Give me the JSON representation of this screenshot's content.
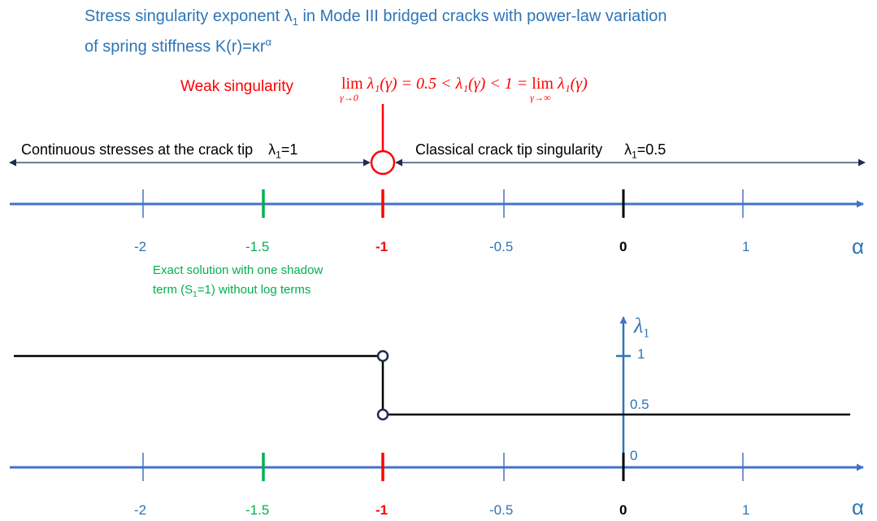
{
  "title": {
    "line1": "Stress singularity exponent λ",
    "line1_sub": "1",
    "line1_rest": " in Mode III bridged cracks with power-law variation",
    "line2": "of spring stiffness K(r)=κr",
    "line2_sup": "α"
  },
  "weak": {
    "label": "Weak singularity",
    "formula_lim1": "lim",
    "formula_lim1_sub": "γ→0",
    "formula_mid": "λ₁(γ) = 0.5 < λ₁(γ) < 1 =",
    "formula_lim2": "lim",
    "formula_lim2_sub": "γ→∞",
    "formula_end": "λ₁(γ)"
  },
  "regions": {
    "left_text": "Continuous stresses at the crack tip",
    "left_lambda": "λ",
    "left_sub": "1",
    "left_value": "=1",
    "right_text": "Classical crack tip singularity",
    "right_lambda": "λ",
    "right_sub": "1",
    "right_value": "=0.5"
  },
  "axis_top": {
    "ticks": [
      "-2",
      "-1.5",
      "-1",
      "-0.5",
      "0",
      "1"
    ],
    "label": "α"
  },
  "exact": {
    "line1": "Exact solution with one shadow",
    "line2_a": "term (S",
    "line2_sub": "1",
    "line2_b": "=1) without log terms"
  },
  "plot": {
    "y_axis_label": "λ",
    "y_axis_sub": "1",
    "y_ticks": [
      "1",
      "0.5",
      "0"
    ]
  },
  "axis_bottom": {
    "ticks": [
      "-2",
      "-1.5",
      "-1",
      "-0.5",
      "0",
      "1"
    ],
    "label": "α"
  },
  "chart_data": {
    "type": "line",
    "xlabel": "α",
    "ylabel": "λ₁",
    "series": [
      {
        "x_from": null,
        "x_to": -1,
        "y": 1
      },
      {
        "x_from": -1,
        "x_to": null,
        "y": 0.5
      }
    ],
    "open_points": [
      {
        "x": -1,
        "y": 1
      },
      {
        "x": -1,
        "y": 0.5
      }
    ]
  },
  "colors": {
    "blue": "#4472c4",
    "text_blue": "#2e75b6",
    "red": "#ff0000",
    "green": "#00b050",
    "black": "#000000",
    "navy": "#1f2d4d"
  }
}
